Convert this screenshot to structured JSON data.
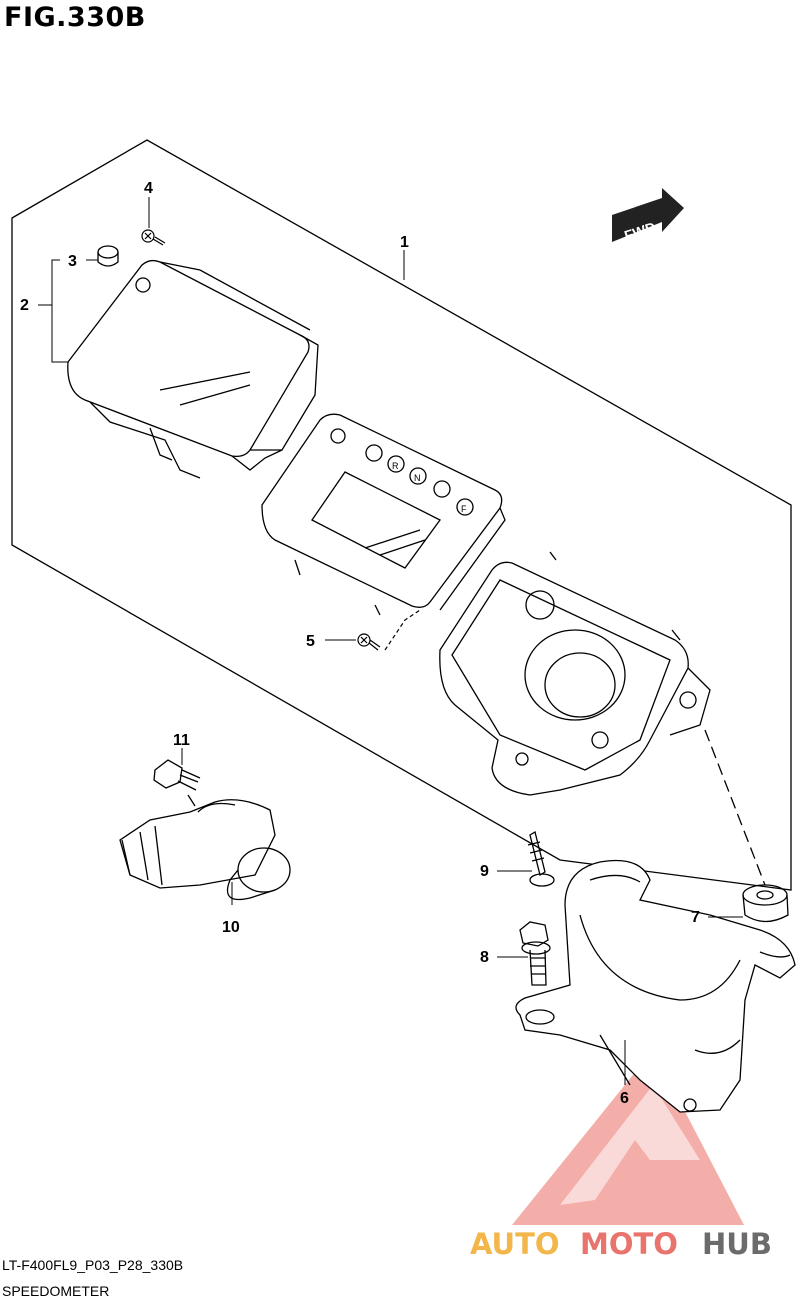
{
  "figure": {
    "title": "FIG.330B",
    "code": "LT-F400FL9_P03_P28_330B",
    "name": "SPEEDOMETER"
  },
  "fwd_label": "FWD",
  "callouts": [
    "1",
    "2",
    "3",
    "4",
    "5",
    "6",
    "7",
    "8",
    "9",
    "10",
    "11"
  ],
  "meter_symbols": [
    "R",
    "N",
    "F"
  ],
  "watermark": {
    "part1": "AUTO",
    "part2": "MOTO",
    "part3": "HUB",
    "colors": {
      "auto": "#f2b64a",
      "moto": "#e9736d",
      "hub": "#6b6b6b",
      "logo": "#e9736d"
    }
  }
}
